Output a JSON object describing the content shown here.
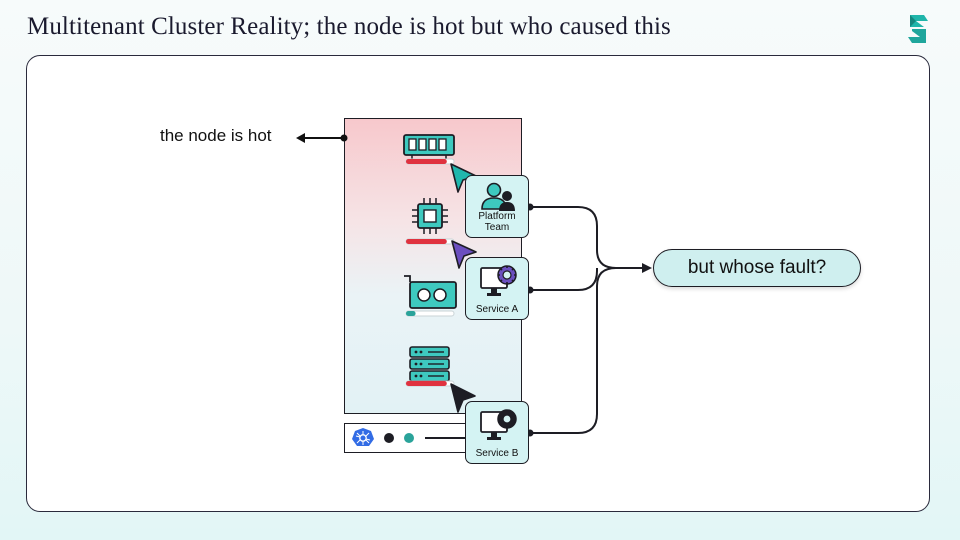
{
  "slide": {
    "title": "Multitenant Cluster Reality; the node is hot but who caused this"
  },
  "diagram": {
    "hot_label": "the node is hot",
    "fault_label": "but whose fault?",
    "tenants": [
      {
        "label": "Platform\nTeam",
        "icon": "team-icon"
      },
      {
        "label": "Service A",
        "icon": "monitor-gear-icon"
      },
      {
        "label": "Service B",
        "icon": "monitor-gear-icon"
      }
    ],
    "resources": [
      {
        "name": "memory-icon",
        "load": 0.85,
        "color": "#e0323f"
      },
      {
        "name": "cpu-chip-icon",
        "load": 0.85,
        "color": "#e0323f"
      },
      {
        "name": "gpu-card-icon",
        "load": 0.2,
        "color": "#2aa39a"
      },
      {
        "name": "storage-server-icon",
        "load": 0.85,
        "color": "#e0323f"
      }
    ],
    "cursor_colors": [
      "#20b7ad",
      "#6b4fbf",
      "#1d1d24"
    ]
  },
  "colors": {
    "accent_teal": "#20b7ad",
    "hot_red": "#e0323f",
    "kubernetes_blue": "#326ce5"
  }
}
